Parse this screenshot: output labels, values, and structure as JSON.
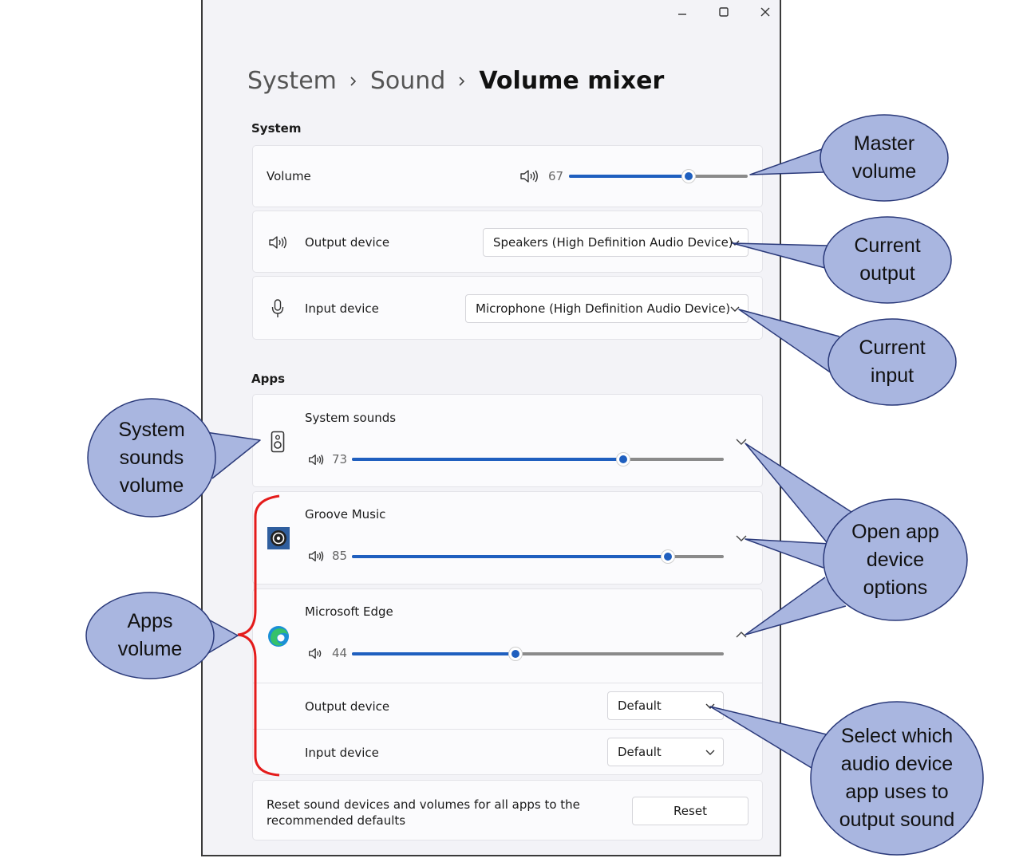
{
  "window": {
    "controls": [
      "minimize",
      "maximize",
      "close"
    ]
  },
  "breadcrumb": {
    "items": [
      "System",
      "Sound"
    ],
    "current": "Volume mixer"
  },
  "system": {
    "section_label": "System",
    "volume": {
      "label": "Volume",
      "value": "67",
      "level": 0.67,
      "icon": "speaker-icon"
    },
    "output_device": {
      "label": "Output device",
      "selected": "Speakers (High Definition Audio Device)",
      "icon": "speaker-icon"
    },
    "input_device": {
      "label": "Input device",
      "selected": "Microphone (High Definition Audio Device)",
      "icon": "microphone-icon"
    }
  },
  "apps": {
    "section_label": "Apps",
    "items": [
      {
        "name": "System sounds",
        "value": "73",
        "level": 0.73,
        "icon": "system-sounds-icon",
        "expanded": false
      },
      {
        "name": "Groove Music",
        "value": "85",
        "level": 0.85,
        "icon": "groove-music-icon",
        "expanded": false
      },
      {
        "name": "Microsoft Edge",
        "value": "44",
        "level": 0.44,
        "icon": "edge-icon",
        "expanded": true
      }
    ],
    "edge_options": {
      "output_label": "Output device",
      "output_selected": "Default",
      "input_label": "Input device",
      "input_selected": "Default"
    }
  },
  "reset": {
    "text_line1": "Reset sound devices and volumes for all apps to the",
    "text_line2": "recommended defaults",
    "button_label": "Reset"
  },
  "callouts": {
    "master": [
      "Master",
      "volume"
    ],
    "output": [
      "Current",
      "output"
    ],
    "input": [
      "Current",
      "input"
    ],
    "system_sounds": [
      "System",
      "sounds",
      "volume"
    ],
    "apps_volume": [
      "Apps",
      "volume"
    ],
    "open_options": [
      "Open app",
      "device",
      "options"
    ],
    "select_device": [
      "Select which",
      "audio device",
      "app uses to",
      "output sound"
    ]
  },
  "colors": {
    "accent": "#1f5fbf",
    "bracket": "#e41b1b",
    "callout_fill": "#a9b6e0",
    "callout_stroke": "#2b3a7a"
  }
}
